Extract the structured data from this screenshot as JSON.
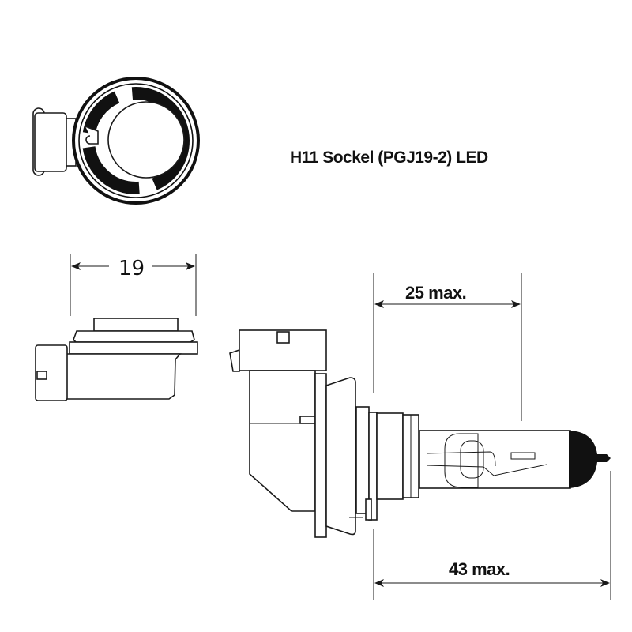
{
  "title": "H11 Sockel (PGJ19-2) LED",
  "dimensions": {
    "width_side": "19",
    "light_center": "25 max.",
    "overall_length": "43 max."
  },
  "colors": {
    "line": "#1a1a1a",
    "background": "#ffffff"
  }
}
